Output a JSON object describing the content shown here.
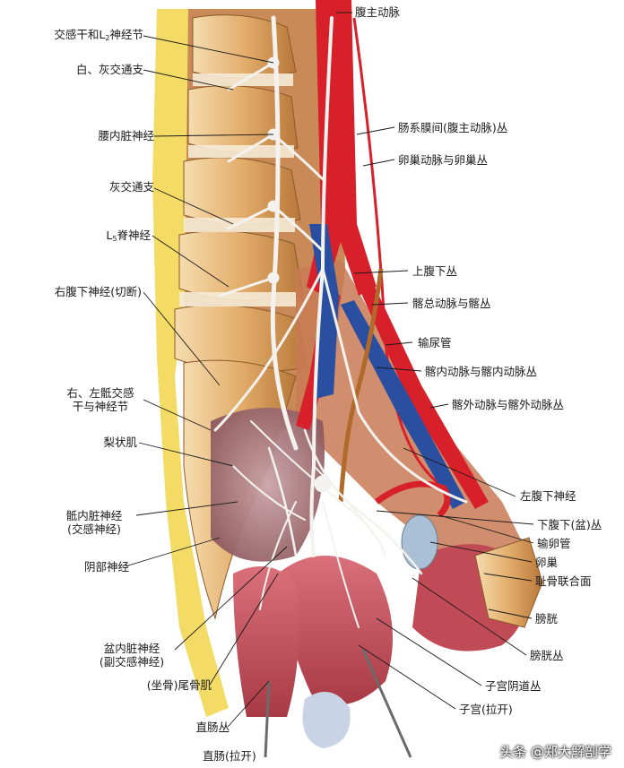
{
  "labels": {
    "abdominal_aorta": "腹主动脉",
    "sympathetic_trunk_pre": "交感干和L",
    "sympathetic_trunk_sub": "2",
    "sympathetic_trunk_post": "神经节",
    "white_gray_rami": "白、灰交通支",
    "lumbar_splanchnic": "腰内脏神经",
    "intermesenteric_plexus": "肠系膜间(腹主动脉)丛",
    "ovarian_artery_plexus": "卵巢动脉与卵巢丛",
    "gray_rami": "灰交通支",
    "l5_pre": "L",
    "l5_sub": "5",
    "l5_post": "脊神经",
    "superior_hypogastric": "上腹下丛",
    "right_hypogastric": "右腹下神经(切断)",
    "common_iliac": "髂总动脉与髂丛",
    "ureter": "输尿管",
    "internal_iliac": "髂内动脉与髂内动脉丛",
    "sacral_trunk_1": "右、左骶交感",
    "sacral_trunk_2": "干与神经节",
    "external_iliac": "髂外动脉与髂外动脉丛",
    "piriformis": "梨状肌",
    "left_hypogastric": "左腹下神经",
    "sacral_splanchnic_1": "骶内脏神经",
    "sacral_splanchnic_2": "(交感神经)",
    "inferior_hypogastric": "下腹下(盆)丛",
    "uterine_tube": "输卵管",
    "pudendal": "阴部神经",
    "ovary": "卵巢",
    "pubic_symphysis": "耻骨联合面",
    "bladder": "膀胱",
    "pelvic_splanchnic_1": "盆内脏神经",
    "pelvic_splanchnic_2": "(副交感神经)",
    "vesical_plexus": "膀胱丛",
    "coccygeus": "(坐骨)尾骨肌",
    "uterovaginal_plexus": "子宫阴道丛",
    "uterus": "子宫(拉开)",
    "rectal_plexus": "直肠丛",
    "rectum": "直肠(拉开)"
  },
  "watermark": "头条 @郑大解剖学",
  "colors": {
    "background": "#ffffff",
    "bone": "#e8b97a",
    "muscle": "#c8545a",
    "artery": "#d8202a",
    "vein": "#2b4fa0",
    "nerve": "#f4f2ee",
    "fat": "#f2d54a",
    "leader": "#1a1a1a"
  }
}
